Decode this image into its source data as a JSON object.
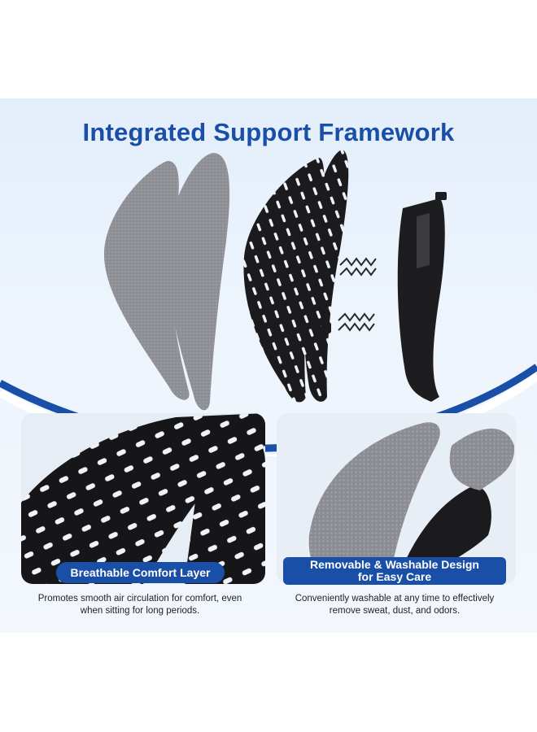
{
  "headline": "Integrated Support Framework",
  "features": [
    {
      "title": "Breathable Comfort Layer",
      "description_lines": [
        "Promotes smooth air circulation for comfort, even",
        "when sitting for long periods."
      ]
    },
    {
      "title_lines": [
        "Removable & Washable Design",
        "for Easy Care"
      ],
      "description_lines": [
        "Conveniently washable at any time to effectively",
        "remove sweat, dust, and odors."
      ]
    }
  ],
  "colors": {
    "brand_blue": "#1a4fa8",
    "background": "#e3eefb",
    "mesh_gray": "#8e8f94",
    "frame_black": "#1b1b1d"
  }
}
